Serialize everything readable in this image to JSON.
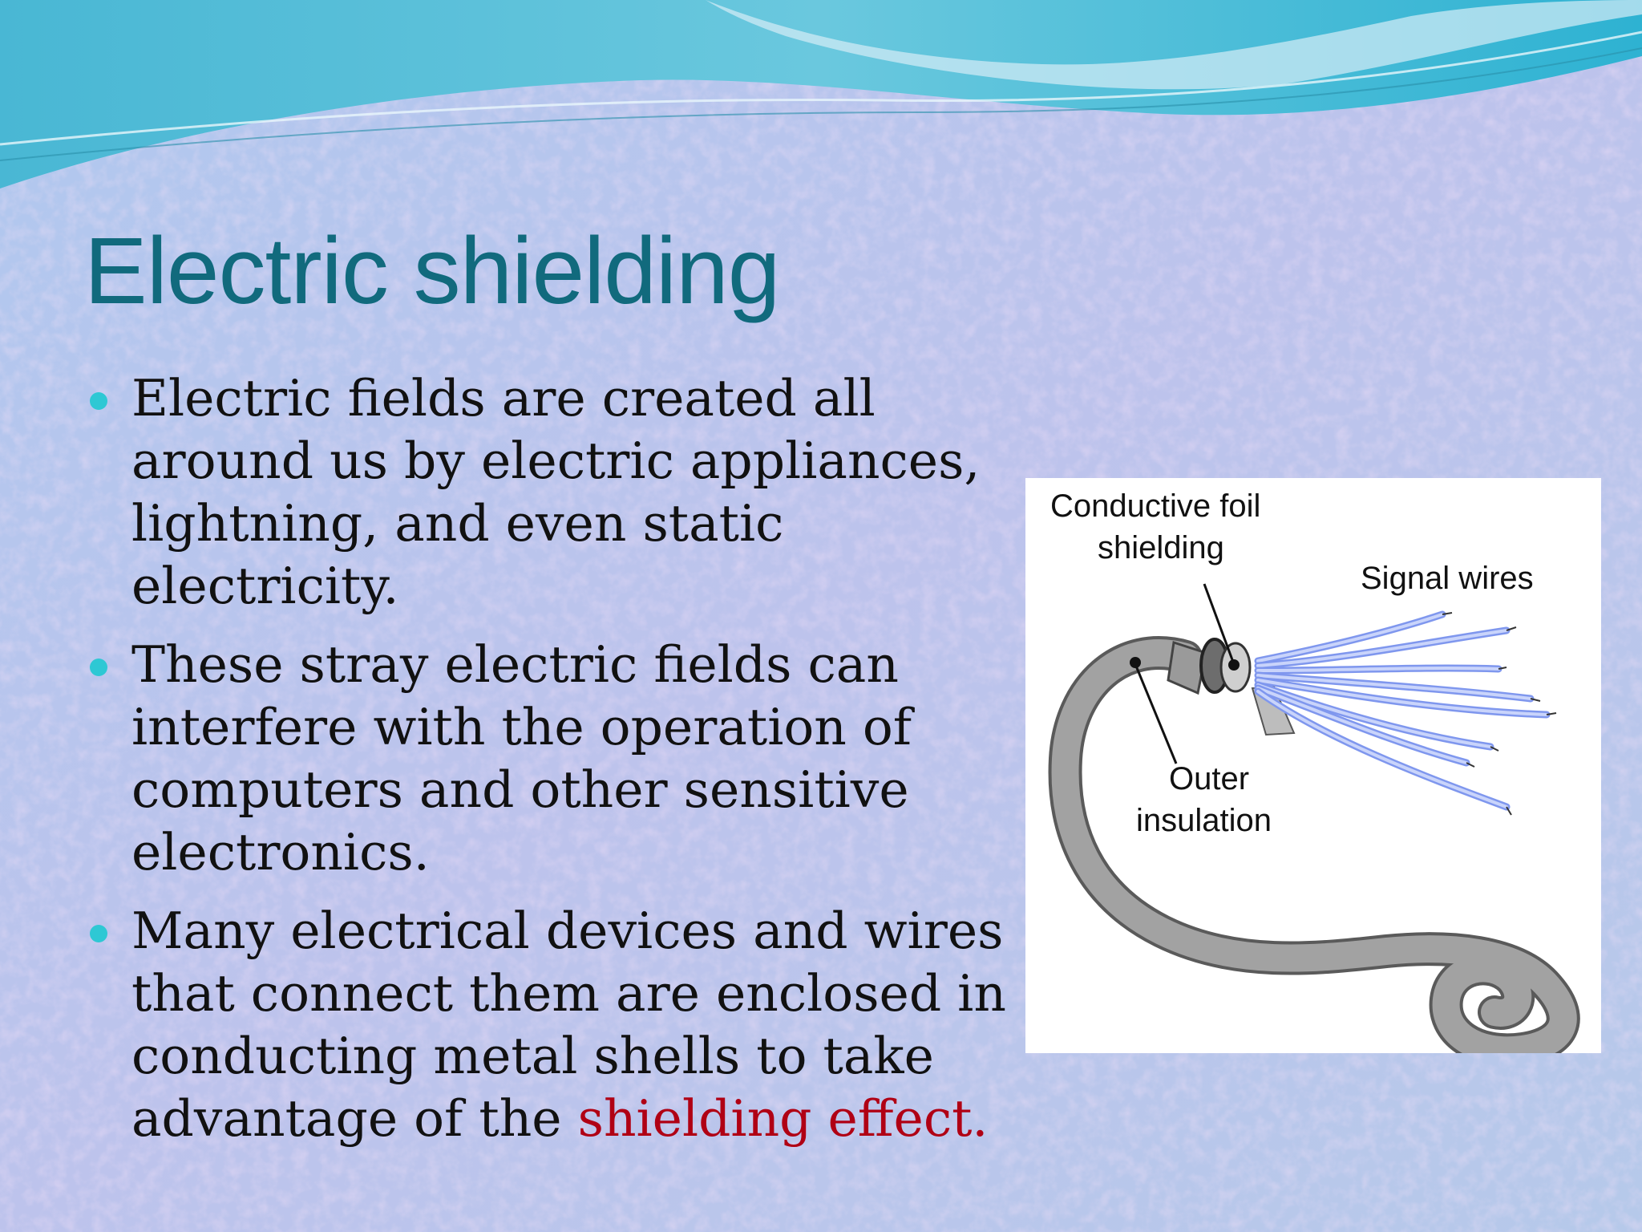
{
  "slide": {
    "title": "Electric shielding",
    "bullets": [
      {
        "text": "Electric fields are created all around us by electric appliances, lightning, and even static electricity."
      },
      {
        "text": "These stray electric fields can interfere with the operation of computers and other sensitive electronics."
      },
      {
        "text_before": "Many electrical devices and wires that connect them are enclosed in conducting metal shells to take advantage of the ",
        "highlight": "shielding effect."
      }
    ]
  },
  "figure": {
    "labels": {
      "foil_line1": "Conductive foil",
      "foil_line2": "shielding",
      "signal": "Signal wires",
      "outer_line1": "Outer",
      "outer_line2": "insulation"
    }
  },
  "colors": {
    "title": "#116a7d",
    "bullet_dot": "#2ec8d4",
    "highlight": "#b00014",
    "body_text": "#111111",
    "wire": "#8fa6f5",
    "cable": "#9a9a9a"
  }
}
